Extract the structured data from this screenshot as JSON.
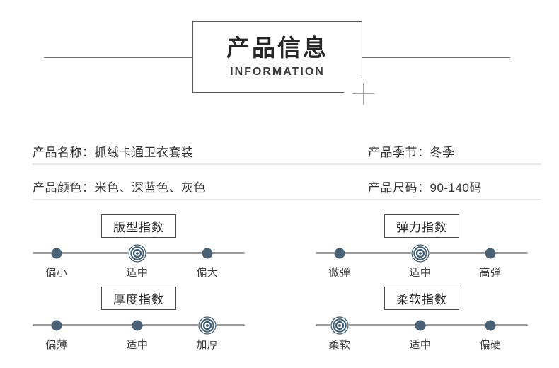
{
  "header": {
    "title": "产品信息",
    "subtitle": "INFORMATION"
  },
  "info": {
    "rows": [
      {
        "left_label": "产品名称：",
        "left_value": "抓绒卡通卫衣套装",
        "right_label": "产品季节：",
        "right_value": "冬季"
      },
      {
        "left_label": "产品颜色：",
        "left_value": "米色、深蓝色、灰色",
        "right_label": "产品尺码：",
        "right_value": "90-140码"
      }
    ]
  },
  "indexes": [
    {
      "title": "版型指数",
      "options": [
        "偏小",
        "适中",
        "偏大"
      ],
      "selected": 1
    },
    {
      "title": "弹力指数",
      "options": [
        "微弹",
        "适中",
        "高弹"
      ],
      "selected": 1
    },
    {
      "title": "厚度指数",
      "options": [
        "偏薄",
        "适中",
        "加厚"
      ],
      "selected": 2
    },
    {
      "title": "柔软指数",
      "options": [
        "柔软",
        "适中",
        "偏硬"
      ],
      "selected": 0
    }
  ],
  "icons": {
    "selected_marker": "target-icon",
    "unselected_marker": "dot-icon",
    "corner_decoration": "plus-mark-icon"
  },
  "colors": {
    "marker_accent": "#4a6175",
    "target_ring": "#3d5a73",
    "slider_line": "#9b9b9b",
    "divider": "#e9e9e9",
    "header_border": "#595959",
    "text": "#333333"
  }
}
